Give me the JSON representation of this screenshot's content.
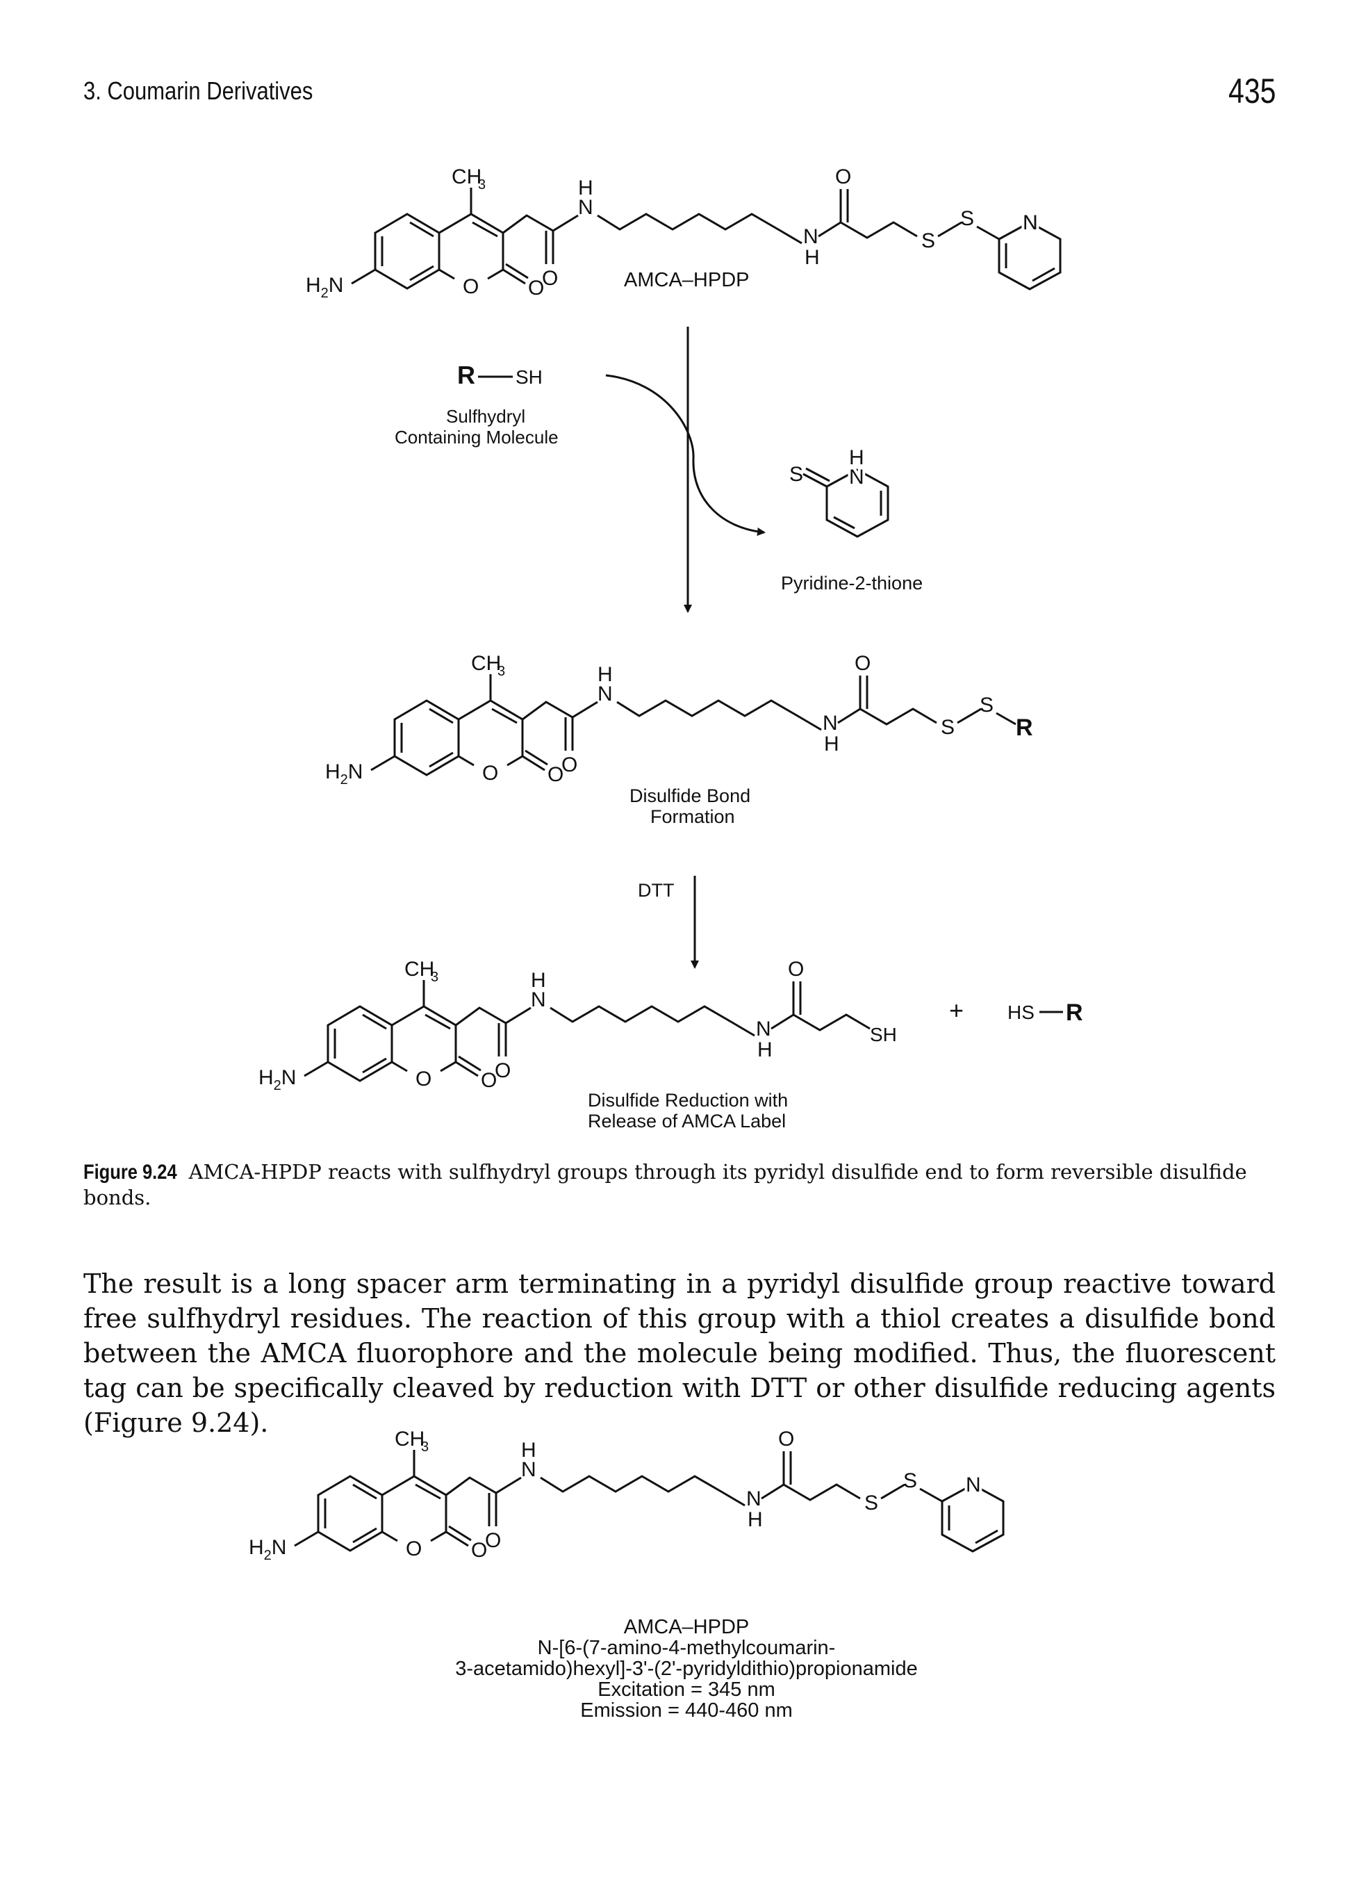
{
  "header": {
    "section": "3. Coumarin Derivatives",
    "page_number": "435"
  },
  "figure": {
    "top_structure": {
      "name": "AMCA–HPDP"
    },
    "reagent": {
      "r": "R",
      "sh": "SH",
      "label_line1": "Sulfhydryl",
      "label_line2": "Containing Molecule"
    },
    "byproduct": {
      "label": "Pyridine-2-thione"
    },
    "step1_product": {
      "label_line1": "Disulfide Bond",
      "label_line2": "Formation",
      "terminal_r": "R"
    },
    "dtt": "DTT",
    "step2_product": {
      "label_line1": "Disulfide Reduction with",
      "label_line2": "Release of AMCA Label",
      "plus": "+",
      "hs": "HS",
      "r": "R"
    },
    "atoms": {
      "ch3": "CH",
      "h2n": "H",
      "n": "N",
      "h": "H",
      "o": "O",
      "s": "S",
      "sh": "SH"
    }
  },
  "caption": {
    "label": "Figure 9.24",
    "text": "AMCA-HPDP reacts with sulfhydryl groups through its pyridyl disulfide end to form reversible disulfide bonds."
  },
  "body": {
    "paragraph": "The result is a long spacer arm terminating in a pyridyl disulfide group reactive toward free sulfhydryl residues. The reaction of this group with a thiol creates a disulfide bond between the AMCA fluorophore and the molecule being modified. Thus, the fluorescent tag can be specifically cleaved by reduction with DTT or other disulfide reducing agents (Figure 9.24)."
  },
  "bottom_structure": {
    "name": "AMCA–HPDP",
    "iupac_line1": "N-[6-(7-amino-4-methylcoumarin-",
    "iupac_line2": "3-acetamido)hexyl]-3'-(2'-pyridyldithio)propionamide",
    "excitation": "Excitation = 345 nm",
    "emission": "Emission = 440-460 nm"
  }
}
